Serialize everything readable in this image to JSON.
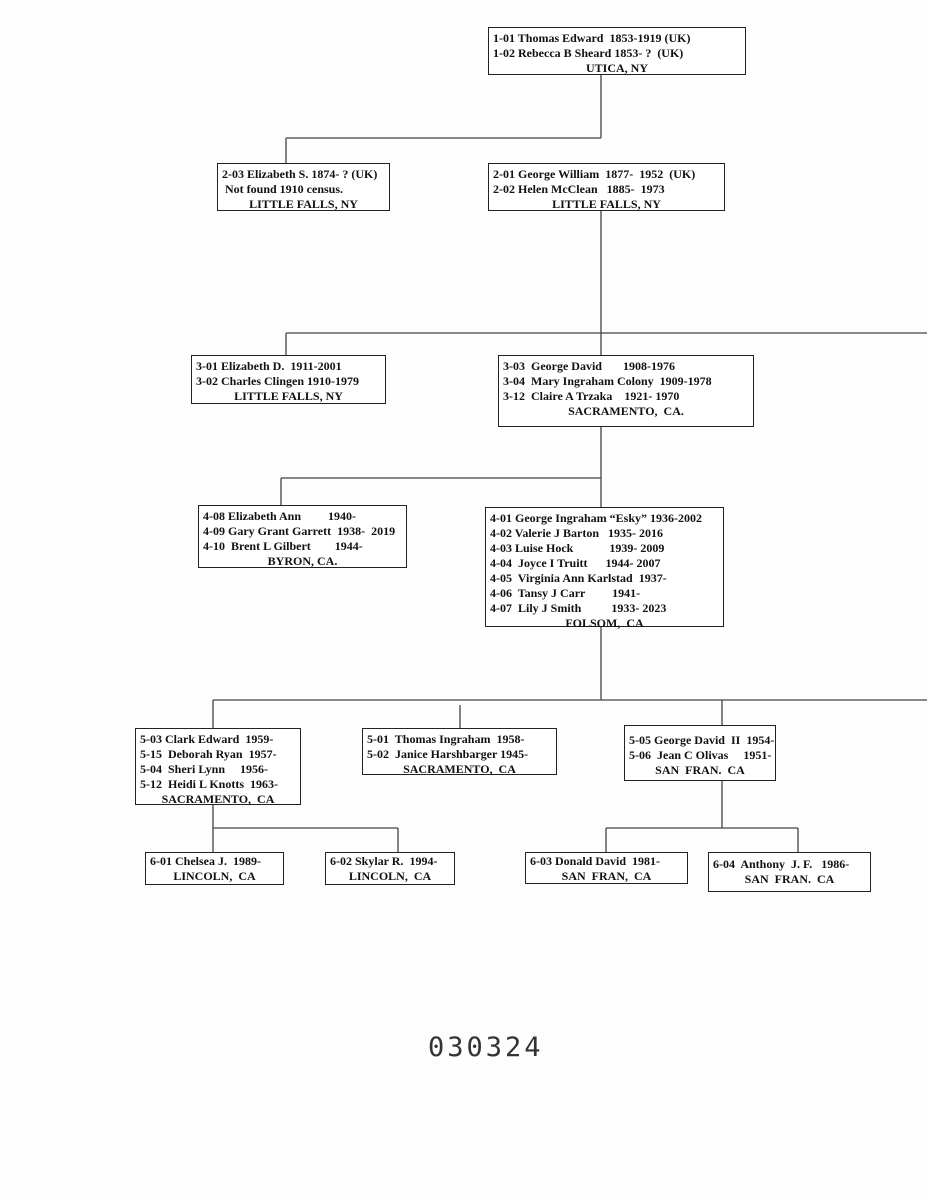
{
  "boxes": [
    {
      "lines": [
        "1-01 Thomas Edward  1853-1919 (UK)",
        "1-02 Rebecca B Sheard 1853- ?  (UK)"
      ],
      "place": "UTICA, NY"
    },
    {
      "lines": [
        "2-03 Elizabeth S. 1874- ? (UK)",
        " Not found 1910 census."
      ],
      "place": "LITTLE FALLS, NY"
    },
    {
      "lines": [
        "2-01 George William  1877-  1952  (UK)",
        "2-02 Helen McClean   1885-  1973"
      ],
      "place": "LITTLE FALLS, NY"
    },
    {
      "lines": [
        "3-01 Elizabeth D.  1911-2001",
        "3-02 Charles Clingen 1910-1979"
      ],
      "place": "LITTLE FALLS, NY"
    },
    {
      "lines": [
        "3-03  George David       1908-1976",
        "3-04  Mary Ingraham Colony  1909-1978",
        "3-12  Claire A Trzaka    1921- 1970"
      ],
      "place": "SACRAMENTO,  CA."
    },
    {
      "lines": [
        "4-08 Elizabeth Ann         1940-",
        "4-09 Gary Grant Garrett  1938-  2019",
        "4-10  Brent L Gilbert        1944-"
      ],
      "place": "BYRON, CA."
    },
    {
      "lines": [
        "4-01 George Ingraham “Esky” 1936-2002",
        "4-02 Valerie J Barton   1935- 2016",
        "4-03 Luise Hock            1939- 2009",
        "4-04  Joyce I Truitt      1944- 2007",
        "4-05  Virginia Ann Karlstad  1937-",
        "4-06  Tansy J Carr         1941-",
        "4-07  Lily J Smith          1933- 2023"
      ],
      "place": "FOLSOM,  CA"
    },
    {
      "lines": [
        "5-03 Clark Edward  1959-",
        "5-15  Deborah Ryan  1957-",
        "5-04  Sheri Lynn     1956-",
        "5-12  Heidi L Knotts  1963-"
      ],
      "place": "SACRAMENTO,  CA"
    },
    {
      "lines": [
        "5-01  Thomas Ingraham  1958-",
        "5-02  Janice Harshbarger 1945-"
      ],
      "place": "SACRAMENTO,  CA"
    },
    {
      "lines": [
        "5-05 George David  II  1954-",
        "5-06  Jean C Olivas     1951-"
      ],
      "place": "SAN  FRAN.  CA"
    },
    {
      "lines": [
        "6-01 Chelsea J.  1989-"
      ],
      "place": "LINCOLN,  CA"
    },
    {
      "lines": [
        "6-02 Skylar R.  1994-"
      ],
      "place": "LINCOLN,  CA"
    },
    {
      "lines": [
        "6-03 Donald David  1981-"
      ],
      "place": "SAN  FRAN,  CA"
    },
    {
      "lines": [
        "6-04  Anthony  J. F.   1986-"
      ],
      "place": "SAN  FRAN.  CA"
    }
  ],
  "stamp": "030324"
}
